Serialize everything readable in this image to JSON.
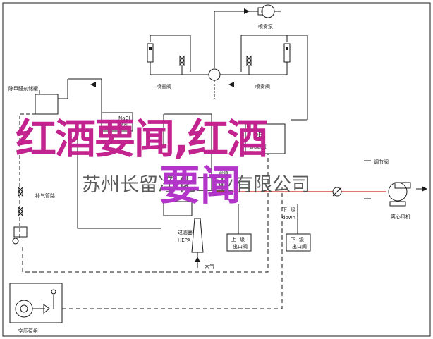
{
  "labels": {
    "top_pump": "喷雾泵",
    "dosing_valve_left": "喷雾阀",
    "dosing_valve_right": "喷雾阀",
    "tank": "除甲醛剂储罐",
    "nacl": "NaCl",
    "nacl_sub": "除剂",
    "box_de": "DE",
    "box_de_sub": "气化装置",
    "air_inlet": "补气管路",
    "filter_tag": "过滤器",
    "filter_sub": "HEPA",
    "atm": "大气",
    "up_valve": "上",
    "up_valve_sub": "级",
    "up_valve_sub2": "出口阀",
    "down_valve": "下",
    "down_valve_sub": "级",
    "down_valve_sub2": "down",
    "valve_label": "下",
    "valve_label_sub": "级",
    "valve_label_sub2": "出口阀",
    "mid_tag": "管道",
    "fan": "离心风机",
    "bottom_pump": "空压泵组",
    "right_tag": "调节阀"
  },
  "watermark": {
    "line1": "红酒要闻,红酒",
    "line2": "要闻",
    "company": "苏州长留净化工业有限公司"
  },
  "colors": {
    "line": "#1a1a1a",
    "red_line": "#d42020",
    "watermark_red": "#c2238f",
    "watermark_purple": "#b234c9",
    "company_text": "#4a4a4a"
  }
}
